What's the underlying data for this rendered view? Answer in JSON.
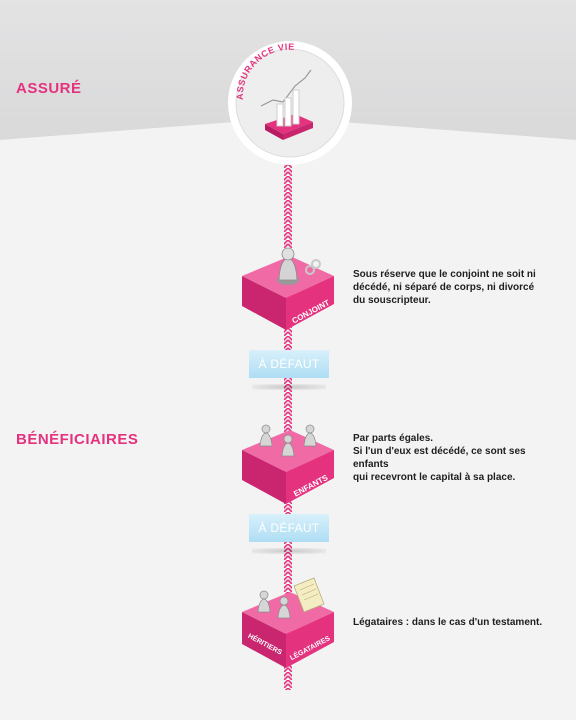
{
  "sections": {
    "assure": "ASSURÉ",
    "beneficiaires": "BÉNÉFICIAIRES"
  },
  "top_circle": {
    "label": "ASSURANCE VIE"
  },
  "blocks": [
    {
      "label": "CONJOINT",
      "description": "Sous réserve que le conjoint ne soit ni\ndécédé, ni séparé de corps, ni divorcé\ndu souscripteur."
    },
    {
      "label": "ENFANTS",
      "description": "Par parts égales.\nSi l'un d'eux est décédé, ce sont ses enfants\nqui recevront le capital à sa place."
    },
    {
      "label_left": "HÉRITIERS",
      "label_right": "LÉGATAIRES",
      "description": "Légataires : dans le cas d'un testament."
    }
  ],
  "defaut_labels": [
    "À DÉFAUT",
    "À DÉFAUT"
  ],
  "colors": {
    "pink": "#e4327f",
    "pink_dark": "#b81d63",
    "pink_light": "#f06aa5",
    "blue": "#b9e3f6"
  }
}
